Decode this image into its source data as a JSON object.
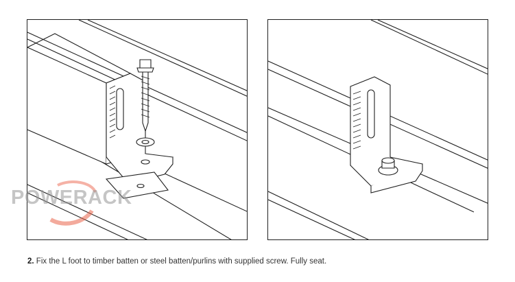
{
  "watermark": {
    "text": "POWERACK",
    "accent_color": "#e8553a",
    "text_color": "#969696"
  },
  "caption": {
    "step_number": "2.",
    "text": "Fix the L foot to timber batten or steel batten/purlins with supplied screw. Fully seat."
  },
  "panels": {
    "left": {
      "illustration": "l-foot-with-screw-and-washer-exploded"
    },
    "right": {
      "illustration": "l-foot-fixed-with-bolt-head"
    }
  },
  "colors": {
    "line": "#1f1f1f",
    "background": "#ffffff",
    "caption_text": "#333333"
  }
}
